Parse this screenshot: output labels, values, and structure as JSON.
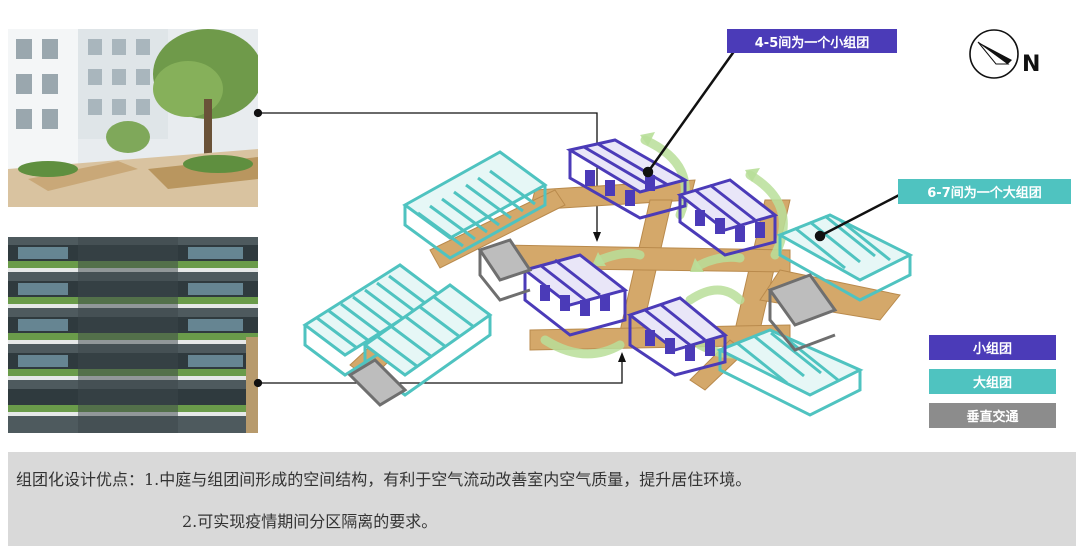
{
  "callouts": {
    "small_group": "4-5间为一个小组团",
    "large_group": "6-7间为一个大组团"
  },
  "compass": {
    "north_label": "N"
  },
  "legend": [
    {
      "label": "小组团",
      "color": "#4b3bb8"
    },
    {
      "label": "大组团",
      "color": "#4fc3c0"
    },
    {
      "label": "垂直交通",
      "color": "#8c8c8c"
    }
  ],
  "photos": [
    {
      "icon": "courtyard-photo-icon"
    },
    {
      "icon": "green-facade-building-photo-icon"
    }
  ],
  "note": {
    "line1": "组团化设计优点：1.中庭与组团间形成的空间结构，有利于空气流动改善室内空气质量，提升居住环境。",
    "line2": "2.可实现疫情期间分区隔离的要求。"
  },
  "colors": {
    "small_group": "#4b3bb8",
    "large_group": "#4fc3c0",
    "vertical_traffic": "#8c8c8c",
    "corridor": "#d4a86a",
    "airflow": "#b9df9a"
  }
}
